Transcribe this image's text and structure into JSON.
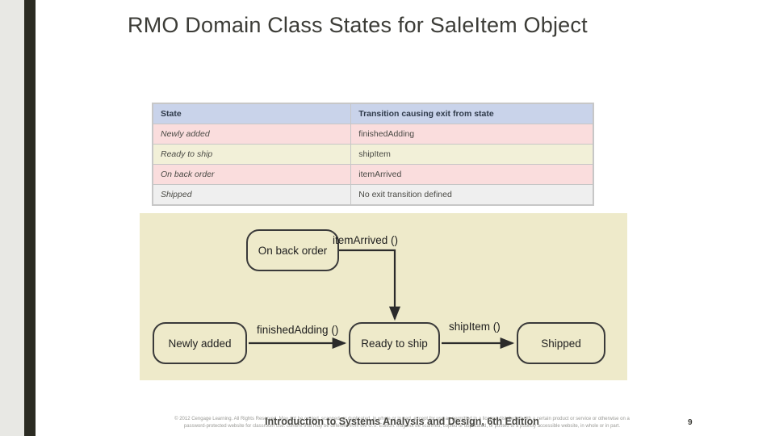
{
  "slide": {
    "title": "RMO Domain Class States for SaleItem Object",
    "page_number": "9",
    "footer_title": "Introduction to Systems Analysis and Design, 6th Edition",
    "footer_copyright": "© 2012 Cengage Learning. All Rights Reserved. May not be copied, scanned, or duplicated, in whole or in part, except for use as permitted in a license distributed with a certain product or service or otherwise on a password-protected website for classroom use. content that may be different from the U.S. Edition. may not be scanned, copied or duplicated, or posted to a publicly accessible website, in whole or in part."
  },
  "table": {
    "headers": [
      "State",
      "Transition causing exit from state"
    ],
    "rows": [
      {
        "state": "Newly added",
        "transition": "finishedAdding"
      },
      {
        "state": "Ready to ship",
        "transition": "shipItem"
      },
      {
        "state": "On back order",
        "transition": "itemArrived"
      },
      {
        "state": "Shipped",
        "transition": "No exit transition defined"
      }
    ]
  },
  "diagram": {
    "nodes": [
      {
        "id": "on-back-order",
        "label": "On back order"
      },
      {
        "id": "newly-added",
        "label": "Newly added"
      },
      {
        "id": "ready-to-ship",
        "label": "Ready to ship"
      },
      {
        "id": "shipped",
        "label": "Shipped"
      }
    ],
    "transitions": [
      {
        "id": "item-arrived",
        "label": "itemArrived ()"
      },
      {
        "id": "finished-adding",
        "label": "finishedAdding ()"
      },
      {
        "id": "ship-item",
        "label": "shipItem ()"
      }
    ]
  },
  "colors": {
    "header_fill": "#c9d3ea",
    "row_pink": "#fadddd",
    "row_cream": "#f2f0d8",
    "row_gray": "#efefef",
    "diagram_bg": "#eeeaca",
    "accent_bar": "#2b2b22"
  }
}
